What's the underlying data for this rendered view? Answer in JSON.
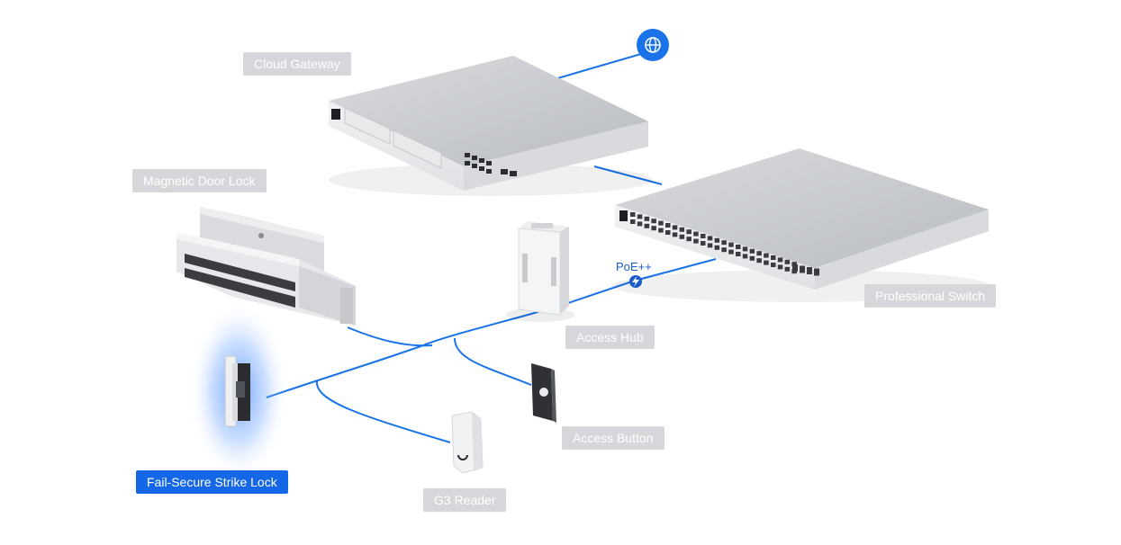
{
  "labels": {
    "cloud_gateway": "Cloud Gateway",
    "magnetic_door_lock": "Magnetic Door Lock",
    "professional_switch": "Professional Switch",
    "access_hub": "Access Hub",
    "access_button": "Access Button",
    "fail_secure_strike_lock": "Fail-Secure Strike Lock",
    "g3_reader": "G3 Reader"
  },
  "poe_label": "PoE++",
  "selected": "fail_secure_strike_lock",
  "colors": {
    "cable": "#1a73e8",
    "label_bg": "#d5d7da",
    "label_active_bg": "#1467e6",
    "device_body": "#e4e5e8",
    "device_top": "#c8cace",
    "internet_icon": "#1a73e8"
  },
  "icons": {
    "internet": "globe-icon",
    "poe": "lightning-icon"
  }
}
